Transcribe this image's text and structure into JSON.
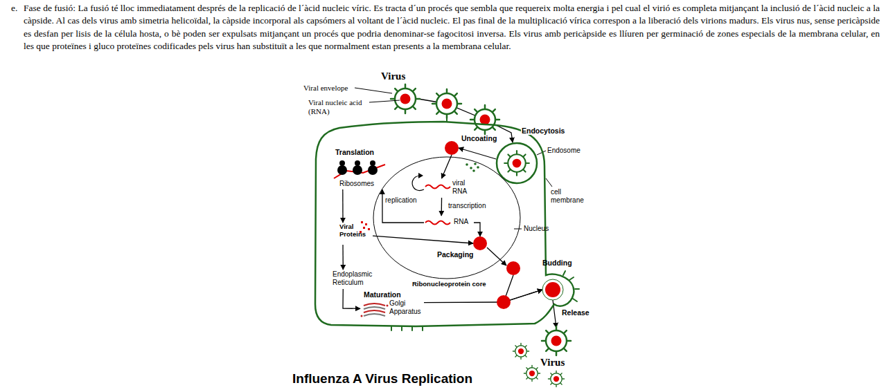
{
  "diagram": {
    "caption": "Influenza A Virus Replication",
    "nodes": [
      {
        "text": [
          "Virus"
        ]
      },
      {
        "text": [
          "cell membrane"
        ]
      },
      {
        "text": [
          "Nucleus"
        ],
        "in": 1
      },
      {
        "text": [
          "Endosome"
        ],
        "in": 1
      },
      {
        "text": [
          "Uncoating"
        ],
        "in": 1
      },
      {
        "text": [
          "Translation",
          "Ribosomes"
        ],
        "in": 1
      },
      {
        "text": [
          "viral RNA"
        ],
        "in": 2
      },
      {
        "text": [
          "RNA"
        ],
        "in": 2
      },
      {
        "text": [
          "Viral Proteins"
        ],
        "in": 1
      },
      {
        "text": [
          "Packaging"
        ],
        "in": 2
      },
      {
        "text": [
          "Ribonucleoprotein core"
        ],
        "in": 1
      },
      {
        "text": [
          "Endoplasmic Reticulum"
        ],
        "in": 1
      },
      {
        "text": [
          "Maturation",
          "Golgi Apparatus"
        ],
        "in": 1
      },
      {
        "text": [
          "Budding"
        ],
        "in": 1
      },
      {
        "text": [
          "Virus"
        ]
      }
    ],
    "edges": [
      {
        "from": 0,
        "to": 3,
        "label": "Endocytosis",
        "arrow": "to"
      },
      {
        "from": 3,
        "to": 4,
        "arrow": "to"
      },
      {
        "from": 4,
        "to": 6,
        "arrow": "to"
      },
      {
        "from": 6,
        "to": 7,
        "label": "transcription",
        "arrow": "to"
      },
      {
        "from": 7,
        "to": 5,
        "arrow": "to"
      },
      {
        "from": 7,
        "to": 9,
        "arrow": "to"
      },
      {
        "from": 5,
        "to": 8,
        "arrow": "to"
      },
      {
        "from": 8,
        "to": 9,
        "arrow": "to"
      },
      {
        "from": 8,
        "to": 11,
        "arrow": "to"
      },
      {
        "from": 11,
        "to": 12,
        "arrow": "to"
      },
      {
        "from": 9,
        "to": 10,
        "arrow": "to"
      },
      {
        "from": 10,
        "to": 13,
        "arrow": "to"
      },
      {
        "from": 12,
        "to": 13,
        "arrow": "to"
      },
      {
        "from": 13,
        "to": 14,
        "label": "Release",
        "arrow": "to"
      }
    ],
    "labels": [
      "e.",
      "Fase de fusió: La fusió té lloc immediatament després de la replicació de l´àcid nucleic víric. Es tracta d´un procés que sembla que requereix molta energia i pel cual el virió es completa mitjançant la inclusió de l´àcid nucleic a la càpside. Al cas dels virus amb simetria helicoïdal, la càpside incorporal als capsómers al voltant de l´àcid nucleic. El pas final de la multiplicació vírica correspon a la liberació dels virions madurs. Els virus nus, sense pericàpside es desfan per lisis de la célula hosta, o bè poden ser expulsats mitjançant un procés que podria denominar-se fagocitosi inversa. Els virus amb pericàpside es llíuren per germinació de zones especials de la membrana celular, en les que proteïnes i gluco proteïnes codificades pels virus han substituït a les que normalment estan presents a la membrana celular.",
      "Viral envelope",
      "Viral nucleic acid (RNA)",
      "replication"
    ]
  }
}
